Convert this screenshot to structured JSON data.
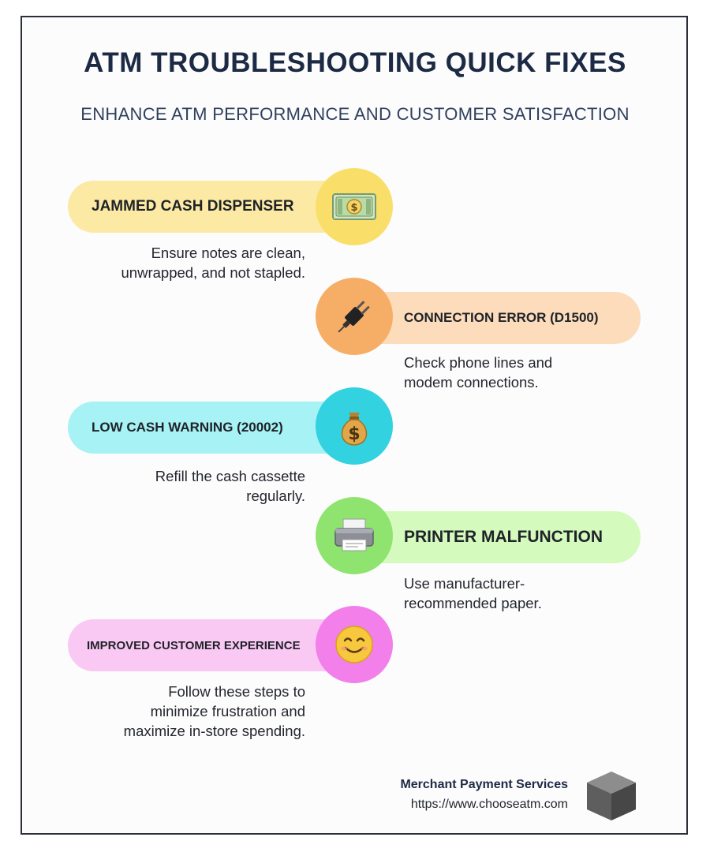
{
  "header": {
    "title": "ATM TROUBLESHOOTING QUICK FIXES",
    "subtitle": "ENHANCE ATM PERFORMANCE AND CUSTOMER SATISFACTION"
  },
  "items": [
    {
      "label": "JAMMED CASH DISPENSER",
      "description": [
        "Ensure notes are clean,",
        "unwrapped, and not stapled."
      ],
      "icon": "money-bill-icon",
      "pill_color": "#fbe9a4",
      "circle_color": "#f9df6a"
    },
    {
      "label": "CONNECTION ERROR (D1500)",
      "description": [
        "Check phone lines and",
        "modem connections."
      ],
      "icon": "plug-icon",
      "pill_color": "#fddcbc",
      "circle_color": "#f6ae66"
    },
    {
      "label": "LOW CASH WARNING (20002)",
      "description": [
        "Refill the cash cassette",
        "regularly."
      ],
      "icon": "money-bag-icon",
      "pill_color": "#a6f2f5",
      "circle_color": "#33d2e0"
    },
    {
      "label": "PRINTER MALFUNCTION",
      "description": [
        "Use manufacturer-",
        "recommended paper."
      ],
      "icon": "printer-icon",
      "pill_color": "#d4fbbd",
      "circle_color": "#8ee46e"
    },
    {
      "label": "IMPROVED CUSTOMER EXPERIENCE",
      "description": [
        "Follow these steps to",
        "minimize frustration and",
        "maximize in-store spending."
      ],
      "icon": "smiling-face-icon",
      "pill_color": "#f9c9f4",
      "circle_color": "#f27fea"
    }
  ],
  "footer": {
    "company": "Merchant Payment Services",
    "url": "https://www.chooseatm.com",
    "logo_icon": "cube-icon"
  }
}
